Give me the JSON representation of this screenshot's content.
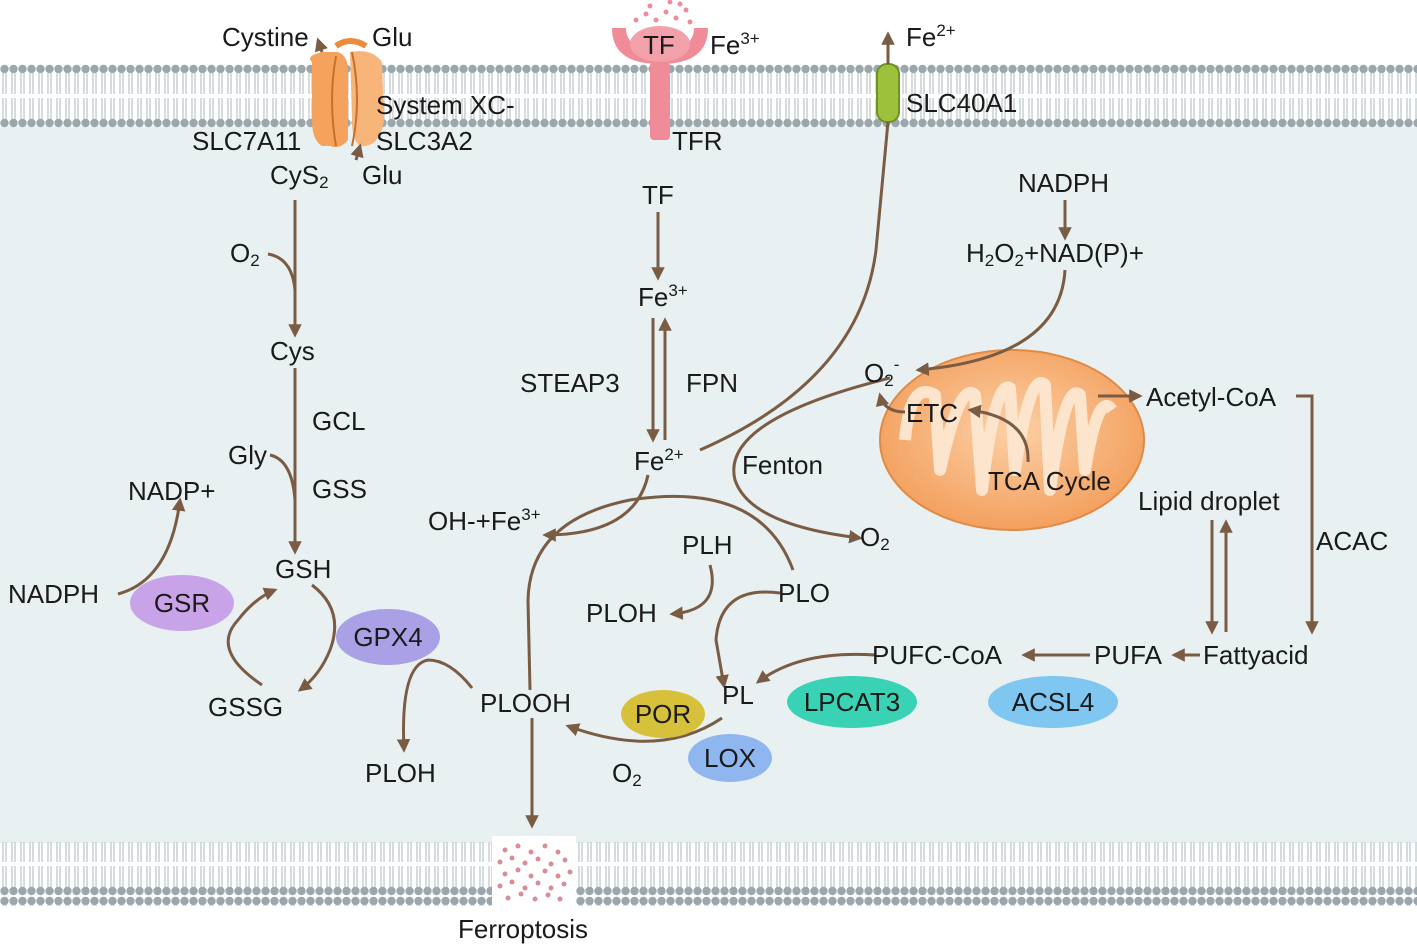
{
  "colors": {
    "cytoplasm": "#e8f0f1",
    "membrane_head": "#9aa7ad",
    "membrane_tail": "#b8c3c7",
    "arrow": "#7a5c45",
    "transporter": "#f5a25d",
    "tf_receptor": "#f08c98",
    "slc40a1": "#9cc13a",
    "mitochondria": "#f6ad6b",
    "gsr": "#c9a3e8",
    "gpx4": "#a9a0e6",
    "por": "#d8c13a",
    "lox": "#8fb6ee",
    "lpcat3": "#39d2b4",
    "acsl4": "#7fc6f0",
    "ferroptosis_dots": "#d98b96"
  },
  "labels": {
    "cystine": "Cystine",
    "glu_out": "Glu",
    "system_xc": "System XC-",
    "slc7a11": "SLC7A11",
    "slc3a2": "SLC3A2",
    "cys2": "CyS",
    "cys2_sub": "2",
    "glu_in": "Glu",
    "o2_a": "O",
    "o2_a_sub": "2",
    "cys": "Cys",
    "gcl": "GCL",
    "gly": "Gly",
    "gss": "GSS",
    "nadp_plus": "NADP+",
    "nadph_left": "NADPH",
    "gsh": "GSH",
    "gssg": "GSSG",
    "ploh_left": "PLOH",
    "plooh": "PLOOH",
    "tf_membrane": "TF",
    "fe3_out": "Fe",
    "fe3_out_sup": "3+",
    "tfr": "TFR",
    "tf": "TF",
    "fe3_in": "Fe",
    "fe3_in_sup": "3+",
    "steap3": "STEAP3",
    "fpn": "FPN",
    "fe2_in": "Fe",
    "fe2_in_sup": "2+",
    "oh_fe3": "OH-+Fe",
    "oh_fe3_sup": "3+",
    "fe2_out": "Fe",
    "fe2_out_sup": "2+",
    "slc40a1": "SLC40A1",
    "fenton": "Fenton",
    "o2_b": "O",
    "o2_b_sub": "2",
    "nadph_right": "NADPH",
    "h2o2": "H",
    "h2o2_sub1": "2",
    "h2o2_mid": "O",
    "h2o2_sub2": "2",
    "h2o2_rest": "+NAD(P)+",
    "o2_minus": "O",
    "o2_minus_sub": "2",
    "o2_minus_sup": "-",
    "etc": "ETC",
    "tca": "TCA Cycle",
    "acetyl_coa": "Acetyl-CoA",
    "lipid_droplet": "Lipid droplet",
    "acac": "ACAC",
    "fattyacid": "Fattyacid",
    "pufa": "PUFA",
    "pufc_coa": "PUFC-CoA",
    "plh": "PLH",
    "plo": "PLO",
    "ploh_mid": "PLOH",
    "pl": "PL",
    "o2_c": "O",
    "o2_c_sub": "2",
    "ferroptosis": "Ferroptosis"
  },
  "enzymes": {
    "gsr": "GSR",
    "gpx4": "GPX4",
    "por": "POR",
    "lox": "LOX",
    "lpcat3": "LPCAT3",
    "acsl4": "ACSL4"
  }
}
